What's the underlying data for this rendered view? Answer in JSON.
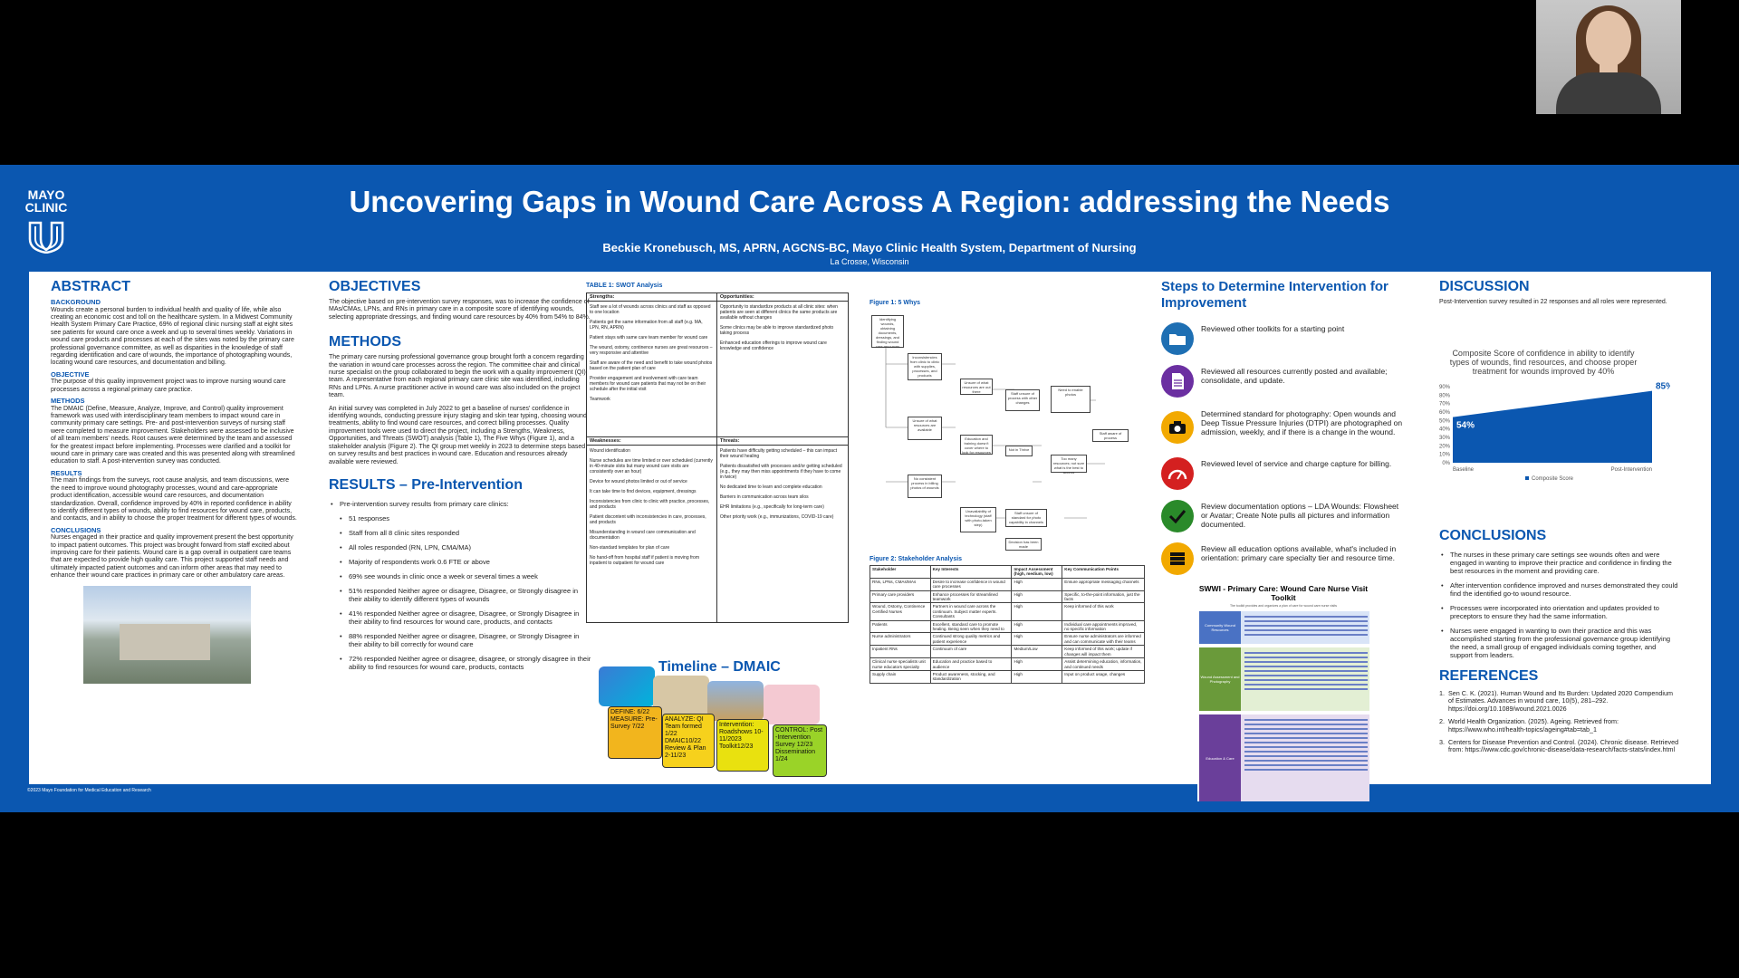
{
  "poster": {
    "logo_line1": "MAYO",
    "logo_line2": "CLINIC",
    "title": "Uncovering Gaps in Wound Care Across A Region: addressing the Needs",
    "authors": "Beckie Kronebusch, MS, APRN, AGCNS-BC, Mayo Clinic Health System, Department of Nursing",
    "location": "La Crosse, Wisconsin",
    "footer": "©2023 Mayo Foundation for Medical Education and Research"
  },
  "abstract": {
    "title": "ABSTRACT",
    "background_title": "BACKGROUND",
    "background_text": "Wounds create a personal burden to individual health and quality of life, while also creating an economic cost and toll on the healthcare system. In a Midwest Community Health System Primary Care Practice, 69% of regional clinic nursing staff at eight sites see patients for wound care once a week and up to several times weekly. Variations in wound care products and processes at each of the sites was noted by the primary care professional governance committee, as well as disparities in the knowledge of staff regarding identification and care of wounds, the importance of photographing wounds, locating wound care resources, and documentation and billing.",
    "objective_title": "OBJECTIVE",
    "objective_text": "The purpose of this quality improvement project was to improve nursing wound care processes across a regional primary care practice.",
    "methods_title": "METHODS",
    "methods_text": "The DMAIC (Define, Measure, Analyze, Improve, and Control) quality improvement framework was used with interdisciplinary team members to impact wound care in community primary care settings. Pre- and post-intervention surveys of nursing staff were completed to measure improvement. Stakeholders were assessed to be inclusive of all team members' needs. Root causes were determined by the team and assessed for the greatest impact before implementing. Processes were clarified and a toolkit for wound care in primary care was created and this was presented along with streamlined education to staff. A post-intervention survey was conducted.",
    "results_title": "RESULTS",
    "results_text": "The main findings from the surveys, root cause analysis, and team discussions, were the need to improve wound photography processes, wound and care-appropriate product identification, accessible wound care resources, and documentation standardization. Overall, confidence improved by 40% in reported confidence in ability to identify different types of wounds, ability to find resources for wound care, products, and contacts, and in ability to choose the proper treatment for different types of wounds.",
    "conclusions_title": "CONCLUSIONS",
    "conclusions_text": "Nurses engaged in their practice and quality improvement present the best opportunity to impact patient outcomes. This project was brought forward from staff excited about improving care for their patients. Wound care is a gap overall in outpatient care teams that are expected to provide high quality care. This project supported staff needs and ultimately impacted patient outcomes and can inform other areas that may need to enhance their wound care practices in primary care or other ambulatory care areas."
  },
  "objectives": {
    "title": "OBJECTIVES",
    "text": "The objective based on pre-intervention survey responses, was to increase the confidence of MAs/CMAs, LPNs, and RNs in primary care in a composite score of identifying wounds, selecting appropriate dressings, and finding wound care resources by 40% from 54% to 84%."
  },
  "methods": {
    "title": "METHODS",
    "p1": "The primary care nursing professional governance group brought forth a concern regarding the variation in wound care processes across the region. The committee chair and clinical nurse specialist on the group collaborated to begin the work with a quality improvement (QI) team. A representative from each regional primary care clinic site was identified, including RNs and LPNs. A nurse practitioner active in wound care was also included on the project team.",
    "p2": "An initial survey was completed in July 2022 to get a baseline of nurses' confidence in identifying wounds, conducting pressure injury staging and skin tear typing, choosing wound treatments, ability to find wound care resources, and correct billing processes. Quality improvement tools were used to direct the project, including a Strengths, Weakness, Opportunities, and Threats (SWOT) analysis (Table 1), The Five Whys (Figure 1), and a stakeholder analysis (Figure 2). The QI group met weekly in 2023 to determine steps based on survey results and best practices in wound care. Education and resources already available were reviewed."
  },
  "results_pre": {
    "title": "RESULTS – Pre-Intervention",
    "intro": "Pre-intervention survey results from primary care clinics:",
    "items": [
      "51 responses",
      "Staff from all 8 clinic sites responded",
      "All roles responded (RN, LPN, CMA/MA)",
      "Majority of respondents work 0.6 FTE or above",
      "69% see wounds in clinic once a week or several times a week",
      "51% responded Neither agree or disagree, Disagree, or Strongly disagree in their ability to identify different types of wounds",
      "41% responded Neither agree or disagree, Disagree, or Strongly Disagree in their ability to find resources for wound care, products, and contacts",
      "88% responded Neither agree or disagree, Disagree, or Strongly Disagree in their ability to bill correctly for wound care",
      "72% responded Neither agree or disagree, disagree, or strongly disagree in their ability to find resources for wound care, products, contacts"
    ]
  },
  "swot": {
    "title": "TABLE 1: SWOT Analysis",
    "strengths_label": "Strengths:",
    "opportunities_label": "Opportunities:",
    "weaknesses_label": "Weaknesses:",
    "threats_label": "Threats:",
    "strengths": [
      "Staff see a lot of wounds across clinics and staff as opposed to one location",
      "Patients get the same information from all staff (e.g. MA, LPN, RN, APRN)",
      "Patient stays with same care team member for wound care",
      "The wound, ostomy, continence nurses are great resources – very responsive and attentive",
      "Staff are aware of the need and benefit to take wound photos based on the patient plan of care",
      "Provider engagement and involvement with care team members for wound care patients that may not be on their schedule after the initial visit",
      "Teamwork"
    ],
    "opportunities": [
      "Opportunity to standardize products at all clinic sites: when patients are seen at different clinics the same products are available without changes",
      "Some clinics may be able to improve standardized photo taking process",
      "Enhanced education offerings to improve wound care knowledge and confidence"
    ],
    "weaknesses": [
      "Wound identification",
      "Nurse schedules are time limited or over scheduled (currently in 40-minute slots but many wound care visits are consistently over an hour)",
      "Device for wound photos limited or out of service",
      "It can take time to find devices, equipment, dressings",
      "Inconsistencies from clinic to clinic with practice, processes, and products",
      "Patient discontent with inconsistencies in care, processes, and products",
      "Misunderstanding in wound care communication and documentation",
      "Non-standard templates for plan of care",
      "No hand-off from hospital staff if patient is moving from inpatient to outpatient for wound care"
    ],
    "threats": [
      "Patients have difficulty getting scheduled – this can impact their wound healing",
      "Patients dissatisfied with processes and/or getting scheduled (e.g., they may then miss appointments if they have to come in twice)",
      "No dedicated time to learn and complete education",
      "Barriers in communication across team silos",
      "EHR limitations (e.g., specifically for long-term care)",
      "Other priority work (e.g., immunizations, COVID-19 care)"
    ]
  },
  "timeline": {
    "title": "Timeline – DMAIC",
    "define": "DEFINE: 6/22 MEASURE: Pre-Survey 7/22",
    "analyze": "ANALYZE: QI Team formed 1/22 DMAIC10/22 Review & Plan 2-11/23",
    "improve": "Intervention: Roadshows 10-11/2023 Toolkit12/23",
    "control": "CONTROL: Post -Intervention Survey 12/23 Dissemination 1/24"
  },
  "fig1": {
    "title": "Figure 1: 5 Whys",
    "box_root": "Identifying wounds, obtaining documents, dressings, and finding wound care resources",
    "box_a": "Inconsistencies from clinic to clinic with supplies, processes, and products",
    "box_b": "Unsure of what resources are available",
    "box_c": "No consistent process in billing photos of wounds",
    "box_d": "Unsure of what resources are out there",
    "box_e": "Education and training doesn't cover where to look for resources",
    "box_f": "Not in Thrive",
    "box_g": "Unavailability of technology (staff with photo-taken step)",
    "box_h": "Staff unsure of standard for photo capability in channels",
    "box_i": "Staff unsure of process with other changes",
    "box_j": "Too many resources; not sure what is the best to access",
    "box_k": "Need to enable photos",
    "box_l": "Decision has been made",
    "box_m": "Staff aware of process",
    "why": "Why?"
  },
  "fig2": {
    "title": "Figure 2: Stakeholder Analysis",
    "headers": [
      "Stakeholder",
      "Key Interests",
      "Impact Assessment (high, medium, low)",
      "Key Communication Points"
    ],
    "rows": [
      [
        "RNs, LPNs, CMAs/MAs",
        "Desire to increase confidence in wound care processes",
        "High",
        "Ensure appropriate messaging channels"
      ],
      [
        "Primary care providers",
        "Enhance processes for streamlined teamwork",
        "High",
        "Specific, to-the-point information, just the facts"
      ],
      [
        "Wound, Ostomy, Continence Certified Nurses",
        "Partners in wound care across the continuum. Subject matter experts. Consultants",
        "High",
        "Keep informed of this work"
      ],
      [
        "Patients",
        "Excellent, standard care to promote healing. Being seen when they need to",
        "High",
        "Individual care appointments improved, no specific information"
      ],
      [
        "Nurse administrators",
        "Continued strong quality metrics and patient experience",
        "High",
        "Ensure nurse administrators are informed and can communicate with their teams"
      ],
      [
        "Inpatient RNs",
        "Continuum of care",
        "Medium/Low",
        "Keep informed of this work; update if changes will impact them"
      ],
      [
        "Clinical nurse specialists unit nurse educators specialty",
        "Education and practice based to audience",
        "High",
        "Assist determining education, information, and continued needs"
      ],
      [
        "Supply chain",
        "Product awareness, stocking, and standardization",
        "High",
        "Input on product usage, changes"
      ]
    ]
  },
  "steps": {
    "title": "Steps to Determine Intervention for Improvement",
    "items": [
      {
        "text": "Reviewed other toolkits for a starting point",
        "icon": "folder-icon",
        "color": "#1e6fb3"
      },
      {
        "text": "Reviewed all resources currently posted and available; consolidate, and update.",
        "icon": "document-icon",
        "color": "#6b2fa1"
      },
      {
        "text": "Determined standard for photography: Open wounds and Deep Tissue Pressure Injuries (DTPI) are photographed on admission, weekly, and if there is a change in the wound.",
        "icon": "camera-icon",
        "color": "#f2a900"
      },
      {
        "text": "Reviewed level of service and charge capture for billing.",
        "icon": "gauge-icon",
        "color": "#d42020"
      },
      {
        "text": "Review documentation options – LDA Wounds: Flowsheet or Avatar; Create Note pulls all pictures and information documented.",
        "icon": "checkmark-icon",
        "color": "#2a8a2a"
      },
      {
        "text": "Review all education options available, what's included in orientation: primary care specialty tier and resource time.",
        "icon": "stack-icon",
        "color": "#f2a900"
      }
    ]
  },
  "toolkit": {
    "title": "SWWI - Primary Care: Wound Care Nurse Visit Toolkit",
    "subtitle": "The toolkit provides and organizes a plan of care for wound care nurse visits",
    "sections": [
      "Community Wound Resources",
      "Wound Assessment and Photography",
      "Education & Care"
    ]
  },
  "discussion": {
    "title": "DISCUSSION",
    "text": "Post-Intervention survey resulted in 22 responses and all roles were represented."
  },
  "chart_data": {
    "type": "area",
    "title": "Composite Score of confidence in ability to identify types of wounds, find resources, and choose proper treatment for wounds improved by 40%",
    "categories": [
      "Baseline",
      "Post-Intervention"
    ],
    "series": [
      {
        "name": "Composite Score",
        "values": [
          54,
          85
        ]
      }
    ],
    "value_labels": [
      "54%",
      "85%"
    ],
    "yticks": [
      "0%",
      "10%",
      "20%",
      "30%",
      "40%",
      "50%",
      "60%",
      "70%",
      "80%",
      "90%"
    ],
    "ylim": [
      0,
      90
    ],
    "legend_position": "bottom",
    "color": "#0b57b0"
  },
  "conclusions": {
    "title": "CONCLUSIONS",
    "items": [
      "The nurses in these primary care settings see wounds often and were engaged in wanting to improve their practice and confidence in finding the best resources in the moment and providing care.",
      "After intervention confidence improved and nurses demonstrated they could find the identified go-to wound resource.",
      "Processes were incorporated into orientation and updates provided to preceptors to ensure they had the same information.",
      "Nurses were engaged in wanting to own their practice and this was accomplished starting from the professional governance group identifying the need, a small group of engaged individuals coming together, and support from leaders."
    ]
  },
  "references": {
    "title": "REFERENCES",
    "items": [
      {
        "n": "1.",
        "text": "Sen C. K. (2021). Human Wound and Its Burden: Updated 2020 Compendium of Estimates. Advances in wound care, 10(5), 281–292. https://doi.org/10.1089/wound.2021.0026"
      },
      {
        "n": "2.",
        "text": "World Health Organization. (2025). Ageing. Retrieved from: https://www.who.int/health-topics/ageing#tab=tab_1"
      },
      {
        "n": "3.",
        "text": "Centers for Disease Prevention and Control. (2024). Chronic disease. Retrieved from: https://www.cdc.gov/chronic-disease/data-research/facts-stats/index.html"
      }
    ]
  }
}
